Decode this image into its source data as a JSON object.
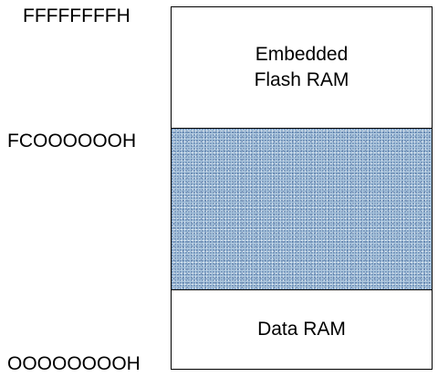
{
  "addresses": {
    "top": "FFFFFFFFH",
    "flash_base": "FCOOOOOOH",
    "bottom": "OOOOOOOOH"
  },
  "regions": {
    "flash": {
      "label": "Embedded\nFlash RAM"
    },
    "reserved": {
      "label": "",
      "color": "#a8c4dc"
    },
    "data": {
      "label": "Data RAM"
    }
  }
}
